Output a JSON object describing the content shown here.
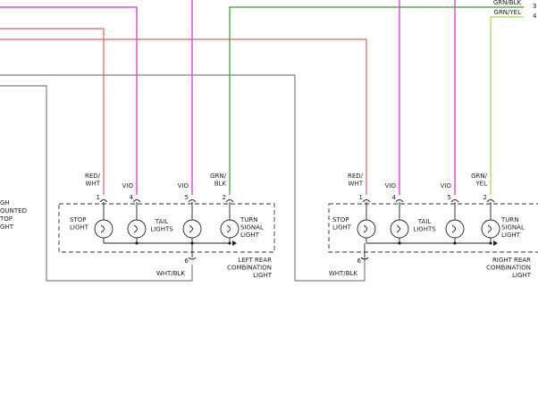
{
  "colors": {
    "VIO": "#e020e0",
    "RED/WHT": "#e06060",
    "WHT/BLK": "#808080",
    "GRN/BLK": "#3a9a3a",
    "GRN/YEL": "#90e040",
    "ink": "#222222"
  },
  "top_right": {
    "labels": [
      "GRN/BLK",
      "GRN/YEL"
    ],
    "pins": [
      "3",
      "4"
    ]
  },
  "left_clipped_lines": [
    "GH",
    "OUNTED",
    "TOP",
    "GHT"
  ],
  "assemblies": [
    {
      "id": "left",
      "wire_labels": [
        "RED/\nWHT",
        "VIO",
        "VIO",
        "GRN/\nBLK"
      ],
      "pins": [
        "1",
        "4",
        "5",
        "2"
      ],
      "lamp_labels": [
        "STOP\nLIGHT",
        "TAIL\nLIGHTS",
        "",
        "TURN\nSIGNAL\nLIGHT"
      ],
      "ground_pin": "6",
      "ground_wire_label": "WHT/BLK",
      "title": "LEFT REAR\nCOMBINATION\nLIGHT"
    },
    {
      "id": "right",
      "wire_labels": [
        "RED/\nWHT",
        "VIO",
        "VIO",
        "GRN/\nYEL"
      ],
      "pins": [
        "1",
        "4",
        "5",
        "2"
      ],
      "lamp_labels": [
        "STOP\nLIGHT",
        "TAIL\nLIGHTS",
        "",
        "TURN\nSIGNAL\nLIGHT"
      ],
      "ground_pin": "6",
      "ground_wire_label": "WHT/BLK",
      "title": "RIGHT REAR\nCOMBINATION\nLIGHT"
    }
  ],
  "wires": [
    {
      "name": "vio-left-a",
      "color": "VIO"
    },
    {
      "name": "vio-left-b",
      "color": "VIO"
    },
    {
      "name": "vio-right-a",
      "color": "VIO"
    },
    {
      "name": "vio-right-b",
      "color": "VIO"
    },
    {
      "name": "red-wht-left",
      "color": "RED/WHT"
    },
    {
      "name": "red-wht-right",
      "color": "RED/WHT"
    },
    {
      "name": "wht-blk-top",
      "color": "WHT/BLK"
    },
    {
      "name": "wht-blk-left-ground",
      "color": "WHT/BLK"
    },
    {
      "name": "wht-blk-right-ground",
      "color": "WHT/BLK"
    },
    {
      "name": "grn-blk-left",
      "color": "GRN/BLK"
    },
    {
      "name": "grn-yel-right",
      "color": "GRN/YEL"
    }
  ]
}
